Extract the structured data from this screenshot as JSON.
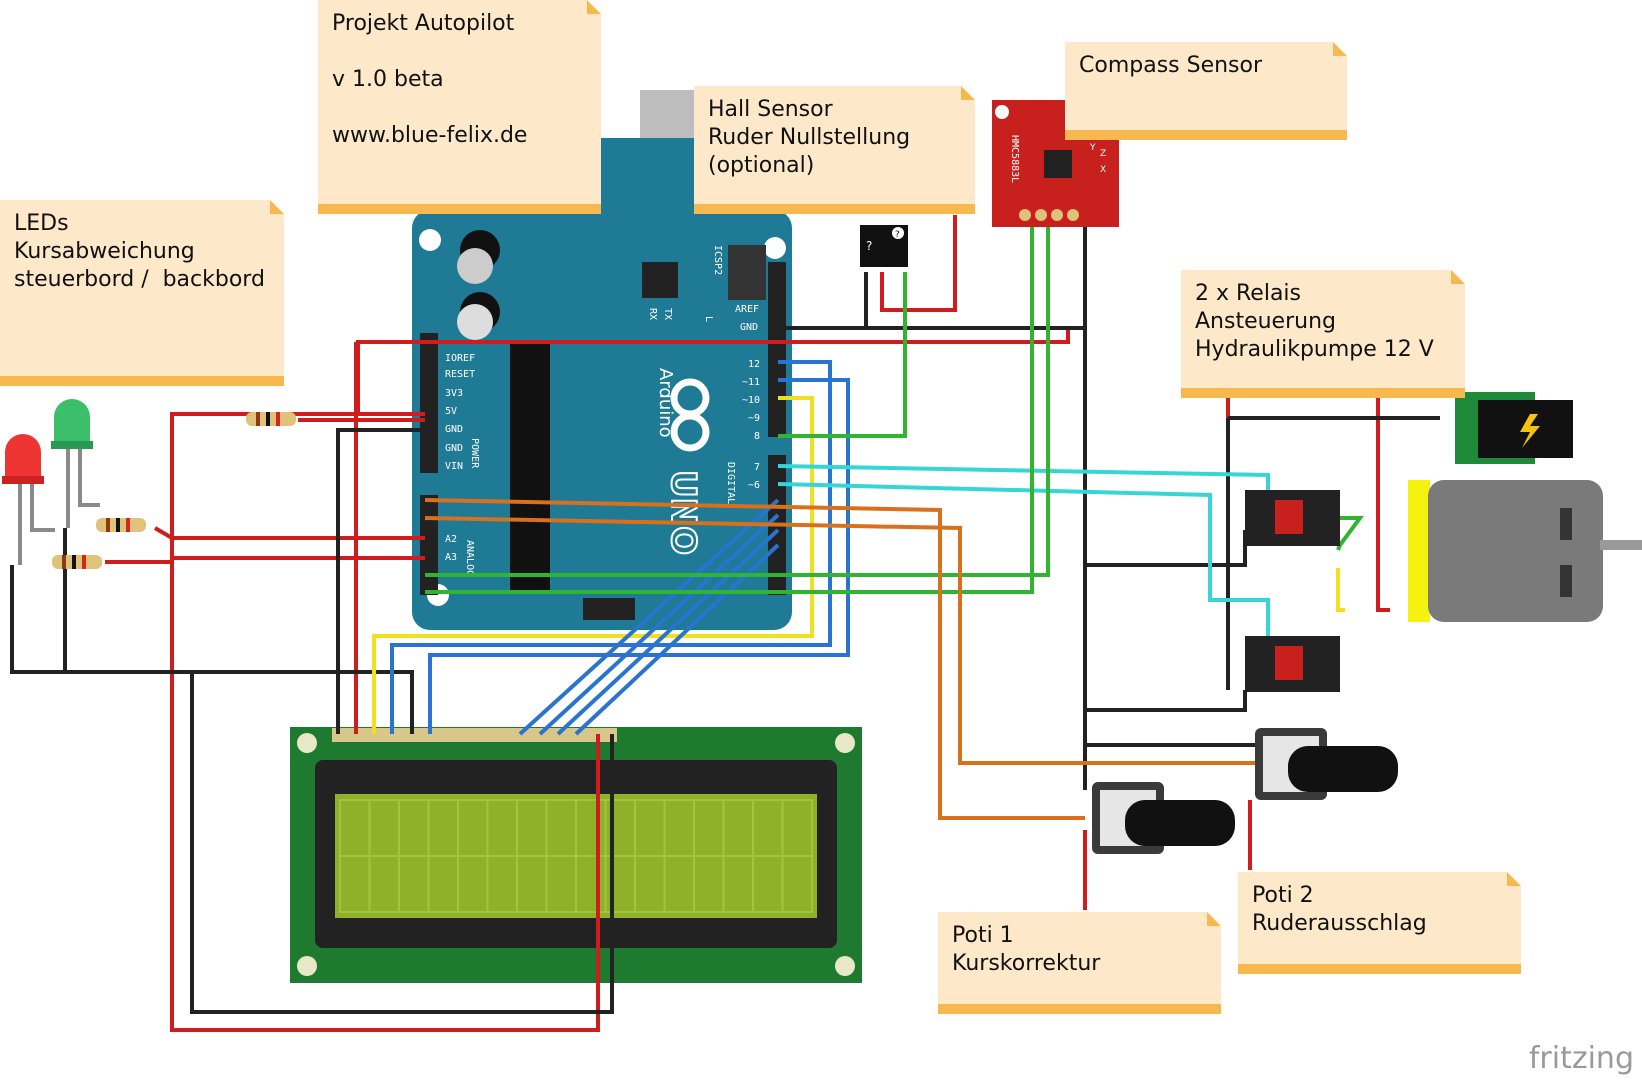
{
  "notes": {
    "project": {
      "line1": "Projekt Autopilot",
      "line2": "v 1.0 beta",
      "line3": "www.blue-felix.de"
    },
    "hall": {
      "line1": "Hall Sensor",
      "line2": "Ruder Nullstellung",
      "line3": "(optional)"
    },
    "compass": {
      "line1": "Compass Sensor"
    },
    "leds": {
      "line1": "LEDs",
      "line2": "Kursabweichung",
      "line3": "steuerbord /  backbord"
    },
    "relais": {
      "line1": "2 x Relais",
      "line2": "Ansteuerung",
      "line3": "Hydraulikpumpe 12 V"
    },
    "poti1": {
      "line1": "Poti 1",
      "line2": "Kurskorrektur"
    },
    "poti2": {
      "line1": "Poti 2",
      "line2": "Ruderausschlag"
    }
  },
  "arduino": {
    "brand": "Arduino",
    "model": "UNO",
    "icsp": "ICSP2",
    "tx": "TX",
    "rx": "RX",
    "l": "L",
    "aref": "AREF",
    "gnd_top": "GND",
    "power_pins": [
      "IOREF",
      "RESET",
      "3V3",
      "5V",
      "GND",
      "GND",
      "VIN"
    ],
    "power_label": "POWER",
    "analog_pins": [
      "A2",
      "A3"
    ],
    "analog_label": "ANALOG",
    "digital_pins": [
      "12",
      "~11",
      "~10",
      "~9",
      "8",
      "7",
      "~6"
    ],
    "digital_label": "DIGITAL"
  },
  "compass_chip": {
    "label": "HMC5883L",
    "axis_x": "X",
    "axis_y": "Y",
    "axis_z": "Z"
  },
  "hall_chip": {
    "mark": "?",
    "badge": "?"
  },
  "watermark": "fritzing"
}
